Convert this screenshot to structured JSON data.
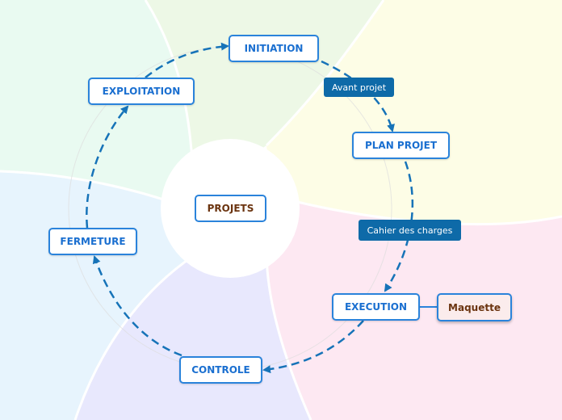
{
  "center": {
    "label": "PROJETS"
  },
  "phases": [
    {
      "id": "initiation",
      "label": "INITIATION"
    },
    {
      "id": "plan-projet",
      "label": "PLAN PROJET"
    },
    {
      "id": "execution",
      "label": "EXECUTION"
    },
    {
      "id": "controle",
      "label": "CONTROLE"
    },
    {
      "id": "fermeture",
      "label": "FERMETURE"
    },
    {
      "id": "exploitation",
      "label": "EXPLOITATION"
    }
  ],
  "edge_labels": [
    {
      "from": "initiation",
      "to": "plan-projet",
      "label": "Avant projet"
    },
    {
      "from": "plan-projet",
      "to": "execution",
      "label": "Cahier des charges"
    }
  ],
  "attachments": [
    {
      "parent": "execution",
      "label": "Maquette"
    }
  ],
  "colors": {
    "node_border": "#2a83db",
    "node_text": "#1a6fd0",
    "center_text": "#6b3410",
    "arrow": "#1673b8",
    "tag_fill": "#0e6aa8",
    "sector_green": "#edf8e6",
    "sector_yellow": "#fdfde6",
    "sector_pink": "#fde8f2",
    "sector_lavender": "#e8e8fd",
    "sector_blue": "#e7f4fd",
    "sector_mint": "#e9faf1"
  }
}
